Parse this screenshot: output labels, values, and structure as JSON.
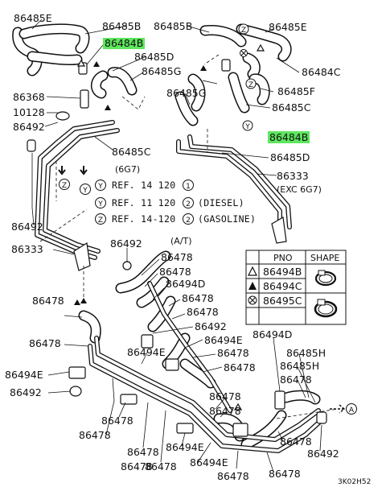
{
  "parts": {
    "p86485E_a": "86485E",
    "p86485B_top": "86485B",
    "p86484B_top": "86484B",
    "p86485D": "86485D",
    "p86485G": "86485G",
    "p86368": "86368",
    "p10128": "10128",
    "p86492_a": "86492",
    "p86485C_a": "86485C",
    "p86485B_right": "86485B",
    "p86485E_b": "86485E",
    "p86484C": "86484C",
    "p86485F": "86485F",
    "p86485C_b": "86485C",
    "p86484B_mid": "86484B",
    "p86485D_b": "86485D",
    "p86333_right": "86333",
    "p86492_left": "86492",
    "p86333_left": "86333",
    "p86492_mid": "86492",
    "p86478_1": "86478",
    "p86478_2": "86478",
    "p86494D_a": "86494D",
    "p86478_3": "86478",
    "p86478_4": "86478",
    "p86492_b": "86492",
    "p86494E_a": "86494E",
    "p86478_5": "86478",
    "p86478_6": "86478",
    "p86494D_b": "86494D",
    "p86485H_a": "86485H",
    "p86485H_b": "86485H",
    "p86478_7": "86478",
    "p86478_8": "86478",
    "p86494E_b": "86494E",
    "p86494E_c": "86494E",
    "p86492_c": "86492",
    "p86478_9": "86478",
    "p86478_10": "86478",
    "p86478_11": "86478",
    "p86478_12": "86478",
    "p86478_13": "86478",
    "p86494E_d": "86494E",
    "p86494E_e": "86494E",
    "p86478_14": "86478",
    "p86478_15": "86478",
    "p86478_16": "86478",
    "p86478_17": "86478",
    "p86478_18": "86478",
    "p86478_19": "86478",
    "p86492_d": "86492"
  },
  "notes": {
    "exc": "(EXC 6G7)",
    "engine": "(6G7)",
    "at": "(A/T)",
    "ref1": "REF. 14 120",
    "ref1_num": "1",
    "ref2": "REF. 11 120",
    "ref2_num": "2",
    "ref2_note": "(DIESEL)",
    "ref3": "REF. 14-120",
    "ref3_num": "2",
    "ref3_note": "(GASOLINE)",
    "code": "3K02H52"
  },
  "markers": {
    "z": "Z",
    "y": "Y",
    "x": "X",
    "a": "A"
  },
  "table": {
    "header_pno": "PNO",
    "header_shape": "SHAPE",
    "rows": [
      {
        "symbol": "open-triangle",
        "pno": "86494B"
      },
      {
        "symbol": "filled-triangle",
        "pno": "86494C"
      },
      {
        "symbol": "circle-x",
        "pno": "86495C"
      }
    ]
  },
  "highlight_color": "#5ee65e"
}
